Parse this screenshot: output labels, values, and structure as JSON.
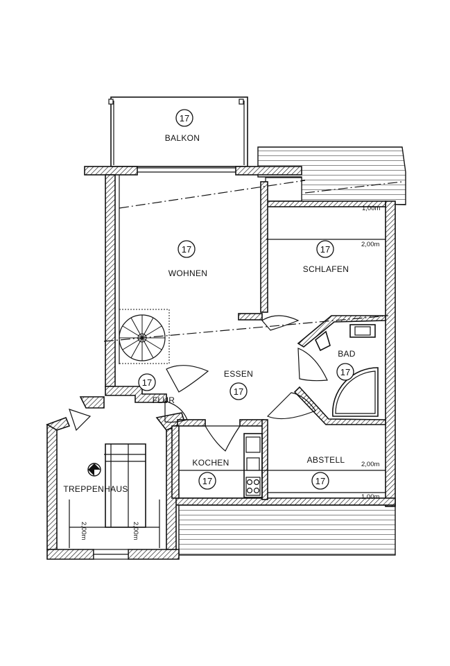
{
  "rooms": {
    "balkon": {
      "name": "BALKON",
      "number": "17"
    },
    "wohnen": {
      "name": "WOHNEN",
      "number": "17"
    },
    "schlafen": {
      "name": "SCHLAFEN",
      "number": "17"
    },
    "essen": {
      "name": "ESSEN",
      "number": "17"
    },
    "bad": {
      "name": "BAD",
      "number": "17"
    },
    "flur": {
      "name": "FLUR",
      "number": "17"
    },
    "kochen": {
      "name": "KOCHEN",
      "number": "17"
    },
    "abstell": {
      "name": "ABSTELL",
      "number": "17"
    },
    "treppenhaus": {
      "name": "TREPPENHAUS"
    }
  },
  "dimensions": {
    "schlafen_1m": "1,00m",
    "schlafen_2m": "2,00m",
    "abstell_2m": "2,00m",
    "abstell_1m": "1,00m",
    "treppe_left": "2,00m",
    "treppe_right": "2,00m"
  }
}
